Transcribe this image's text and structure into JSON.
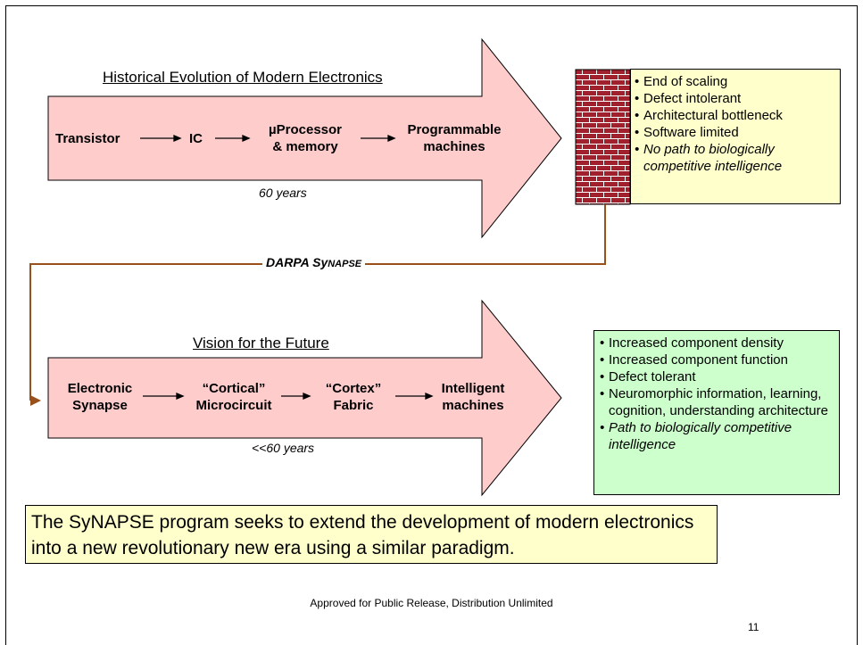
{
  "top": {
    "header": "Historical Evolution of Modern Electronics",
    "nodes": [
      "Transistor",
      "IC",
      "µProcessor\n& memory",
      "Programmable\nmachines"
    ],
    "duration": "60 years"
  },
  "wall_box": {
    "items": [
      "End of scaling",
      "Defect intolerant",
      "Architectural bottleneck",
      "Software limited"
    ],
    "italic_item": "No path to biologically competitive intelligence"
  },
  "connector": {
    "label_main": "DARPA Sy",
    "label_sc": "NAPSE"
  },
  "bottom_arrow": {
    "header": "Vision for the Future",
    "nodes": [
      "Electronic\nSynapse",
      "“Cortical”\nMicrocircuit",
      "“Cortex”\nFabric",
      "Intelligent\nmachines"
    ],
    "duration": "<<60 years"
  },
  "benefits_box": {
    "items": [
      "Increased component density",
      "Increased component function",
      "Defect tolerant",
      "Neuromorphic information, learning, cognition, understanding architecture"
    ],
    "italic_item": "Path to biologically competitive intelligence"
  },
  "summary": "The SyNAPSE program seeks to extend the development of modern electronics into a new revolutionary new era using a similar paradigm.",
  "footer": "Approved for Public Release, Distribution Unlimited",
  "page_number": "11",
  "colors": {
    "arrow_fill": "#ffcccc",
    "wall_brick": "#a0202e",
    "connector": "#99501a",
    "wall_box_fill": "#ffffcc",
    "benefits_box_fill": "#ccffcc",
    "summary_fill": "#ffffcc"
  }
}
